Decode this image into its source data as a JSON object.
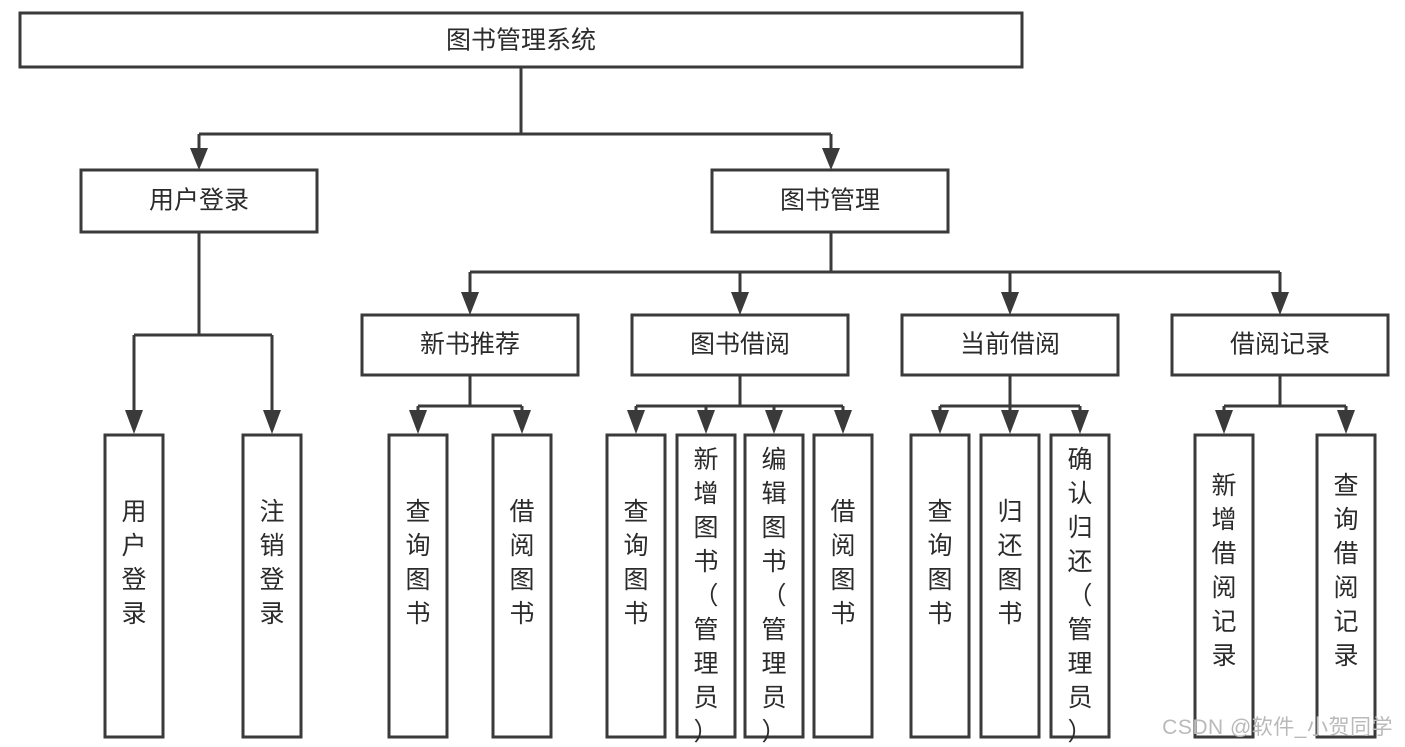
{
  "diagram": {
    "type": "tree-hierarchy",
    "orientation": "top-down",
    "root": {
      "label": "图书管理系统"
    },
    "level2": [
      {
        "label": "用户登录"
      },
      {
        "label": "图书管理"
      }
    ],
    "level3": [
      {
        "label": "新书推荐"
      },
      {
        "label": "图书借阅"
      },
      {
        "label": "当前借阅"
      },
      {
        "label": "借阅记录"
      }
    ],
    "leaves": {
      "user_login": [
        {
          "label": "用户登录"
        },
        {
          "label": "注销登录"
        }
      ],
      "new_book_recommend": [
        {
          "label": "查询图书"
        },
        {
          "label": "借阅图书"
        }
      ],
      "book_borrow": [
        {
          "label": "查询图书"
        },
        {
          "label": "新增图书（管理员）"
        },
        {
          "label": "编辑图书（管理员）"
        },
        {
          "label": "借阅图书"
        }
      ],
      "current_borrow": [
        {
          "label": "查询图书"
        },
        {
          "label": "归还图书"
        },
        {
          "label": "确认归还（管理员）"
        }
      ],
      "borrow_record": [
        {
          "label": "新增借阅记录"
        },
        {
          "label": "查询借阅记录"
        }
      ]
    }
  },
  "watermark": {
    "text": "CSDN @软件_小贺同学"
  },
  "colors": {
    "box_stroke": "#3a3a3a",
    "text": "#2b2b2b",
    "background": "#ffffff",
    "watermark": "#b9b9b9"
  }
}
